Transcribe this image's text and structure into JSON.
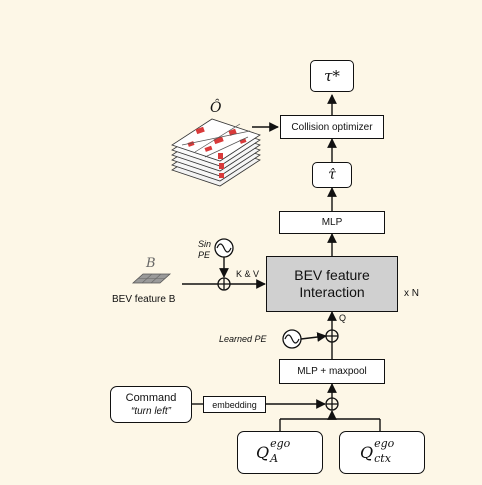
{
  "output_tau_star": "τ*",
  "collision_optimizer": "Collision optimizer",
  "o_hat": "Ô",
  "tau_hat": "τ̂",
  "mlp_top": "MLP",
  "bev_interaction": {
    "line1": "BEV feature",
    "line2": "Interaction"
  },
  "repeat": "x N",
  "q_label": "Q",
  "kv_label": "K & V",
  "sin_pe": {
    "line1": "Sin",
    "line2": "PE"
  },
  "b_symbol": "B",
  "bev_feature_label": "BEV feature B",
  "learned_pe": "Learned PE",
  "mlp_maxpool": "MLP + maxpool",
  "command": {
    "title": "Command",
    "value": "“turn left”"
  },
  "embedding": "embedding",
  "query_agent": {
    "base": "Q",
    "sup": "ego",
    "sub": "A"
  },
  "query_ctx": {
    "base": "Q",
    "sup": "ego",
    "sub": "ctx"
  },
  "colors": {
    "background": "#fdf7e7",
    "interaction_fill": "#d0d0d0",
    "triangle": "#3a5a86",
    "ctx_rect": "#f0c15a",
    "map_red": "#d93a3a"
  }
}
